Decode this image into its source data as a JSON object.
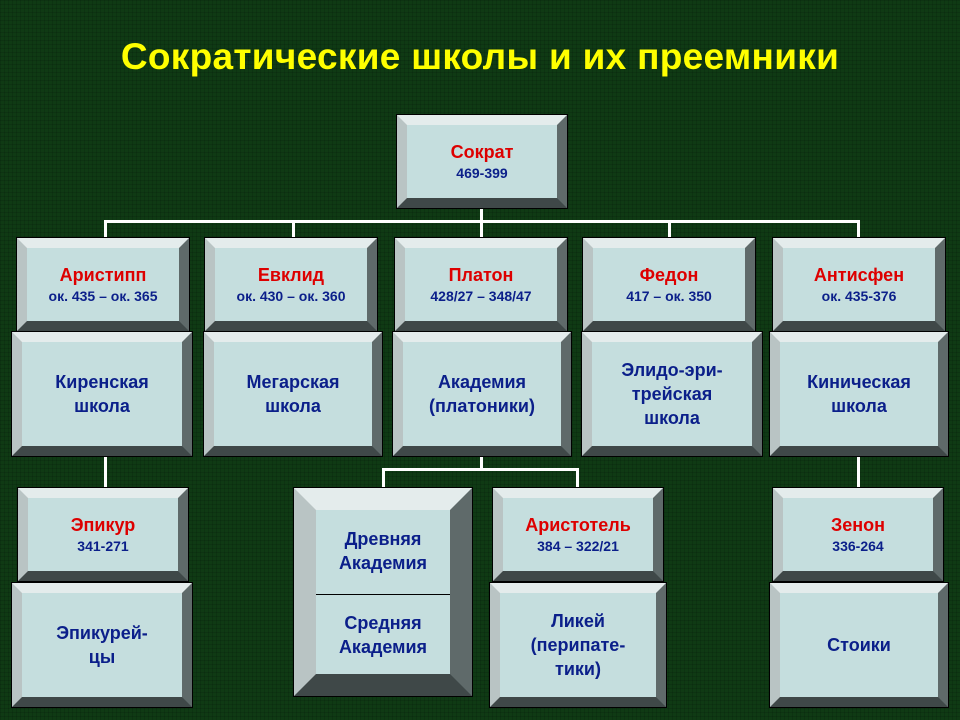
{
  "title": "Сократические школы и их преемники",
  "root": {
    "name": "Сократ",
    "dates": "469-399"
  },
  "philosophers": [
    {
      "name": "Аристипп",
      "dates": "ок. 435 – ок. 365",
      "school": [
        "Киренская",
        "школа"
      ]
    },
    {
      "name": "Евклид",
      "dates": "ок. 430 – ок. 360",
      "school": [
        "Мегарская",
        "школа"
      ]
    },
    {
      "name": "Платон",
      "dates": "428/27 – 348/47",
      "school": [
        "Академия",
        "(платоники)"
      ]
    },
    {
      "name": "Федон",
      "dates": "417 – ок. 350",
      "school": [
        "Элидо-эри-",
        "трейская",
        "школа"
      ]
    },
    {
      "name": "Антисфен",
      "dates": "ок. 435-376",
      "school": [
        "Киническая",
        "школа"
      ]
    }
  ],
  "successors": [
    {
      "name": "Эпикур",
      "dates": "341-271",
      "school": [
        "Эпикурей-",
        "цы"
      ]
    },
    {
      "name": "Аристотель",
      "dates": "384 – 322/21",
      "school": [
        "Ликей",
        "(перипате-",
        "тики)"
      ]
    },
    {
      "name": "Зенон",
      "dates": "336-264",
      "school": [
        "Стоики"
      ]
    }
  ],
  "academy": {
    "ancient": [
      "Древняя",
      "Академия"
    ],
    "middle": [
      "Средняя",
      "Академия"
    ]
  }
}
